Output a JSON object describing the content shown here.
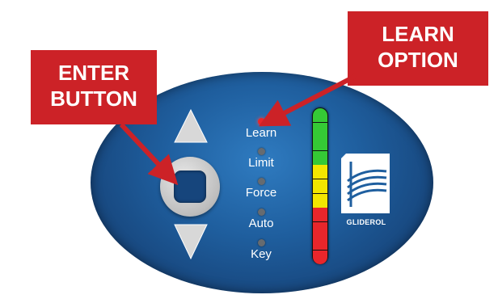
{
  "callouts": {
    "learn_line1": "LEARN",
    "learn_line2": "OPTION",
    "enter_line1": "ENTER",
    "enter_line2": "BUTTON"
  },
  "indicators": [
    {
      "label": "Learn",
      "active": true
    },
    {
      "label": "Limit",
      "active": false
    },
    {
      "label": "Force",
      "active": false
    },
    {
      "label": "Auto",
      "active": false
    },
    {
      "label": "Key",
      "active": false
    }
  ],
  "level_bar": {
    "segments": [
      "green",
      "green",
      "green",
      "green",
      "yellow",
      "yellow",
      "yellow",
      "red",
      "red",
      "red",
      "red"
    ]
  },
  "brand": {
    "name": "GLIDEROL"
  },
  "colors": {
    "panel": "#1f5f9f",
    "callout": "#cc2227",
    "green": "#35c935",
    "yellow": "#f2e600",
    "red": "#e8262b",
    "led_on": "#e8262b",
    "led_off": "#666b70"
  },
  "icons": [
    "up-arrow-icon",
    "down-arrow-icon",
    "enter-square-icon",
    "gliderol-logo-icon"
  ]
}
